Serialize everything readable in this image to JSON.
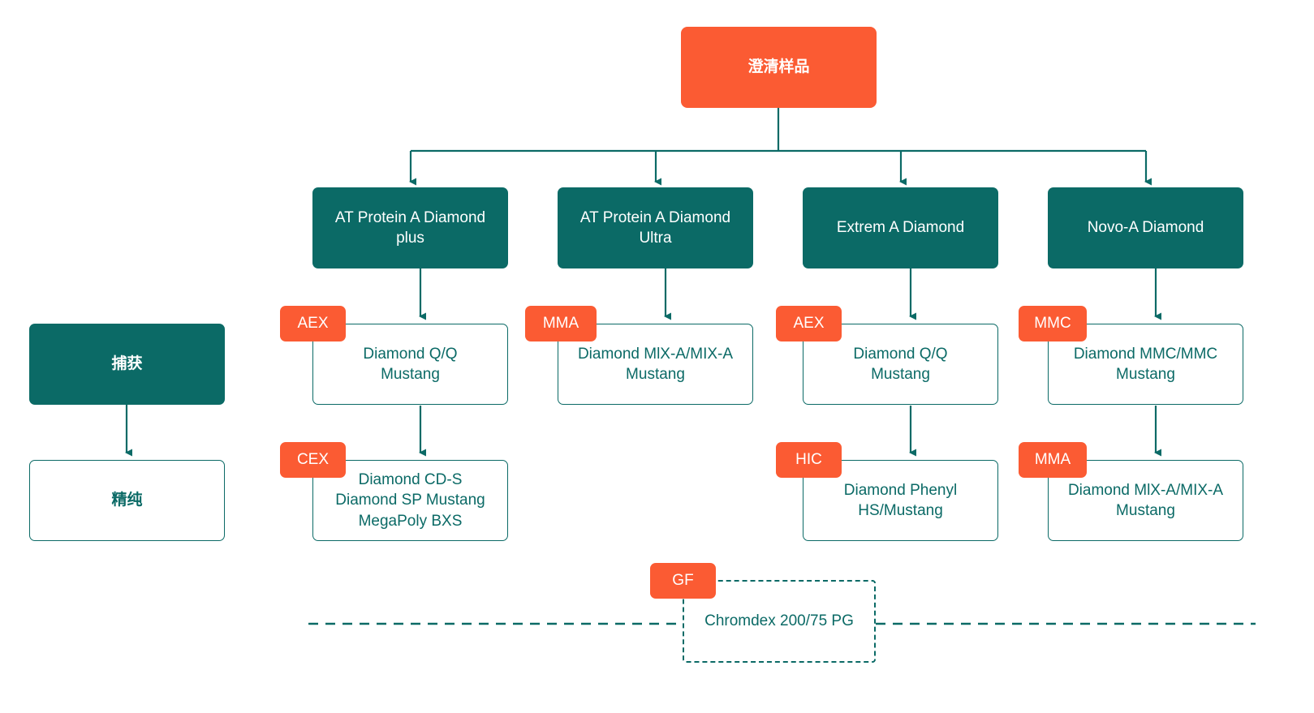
{
  "diagram": {
    "title_node": {
      "label": "澄清样品"
    },
    "legend": {
      "capture": {
        "label": "捕获"
      },
      "polish": {
        "label": "精纯"
      }
    },
    "colors": {
      "teal": "#0b6a66",
      "orange": "#fb5b33",
      "white": "#ffffff"
    },
    "columns": [
      {
        "platform": "AT Protein A Diamond\nplus",
        "steps": [
          {
            "tag": "AEX",
            "label": "Diamond Q/Q\nMustang"
          },
          {
            "tag": "CEX",
            "label": "Diamond CD-S\nDiamond SP Mustang\nMegaPoly BXS"
          }
        ]
      },
      {
        "platform": "AT Protein A Diamond\nUltra",
        "steps": [
          {
            "tag": "MMA",
            "label": "Diamond MlX-A/MIX-A\nMustang"
          }
        ]
      },
      {
        "platform": "Extrem A Diamond",
        "steps": [
          {
            "tag": "AEX",
            "label": "Diamond Q/Q\nMustang"
          },
          {
            "tag": "HIC",
            "label": "Diamond Phenyl\nHS/Mustang"
          }
        ]
      },
      {
        "platform": "Novo-A Diamond",
        "steps": [
          {
            "tag": "MMC",
            "label": "Diamond MMC/MMC\nMustang"
          },
          {
            "tag": "MMA",
            "label": "Diamond MlX-A/MIX-A\nMustang"
          }
        ]
      }
    ],
    "footer": {
      "tag": "GF",
      "label": "Chromdex 200/75 PG"
    }
  }
}
